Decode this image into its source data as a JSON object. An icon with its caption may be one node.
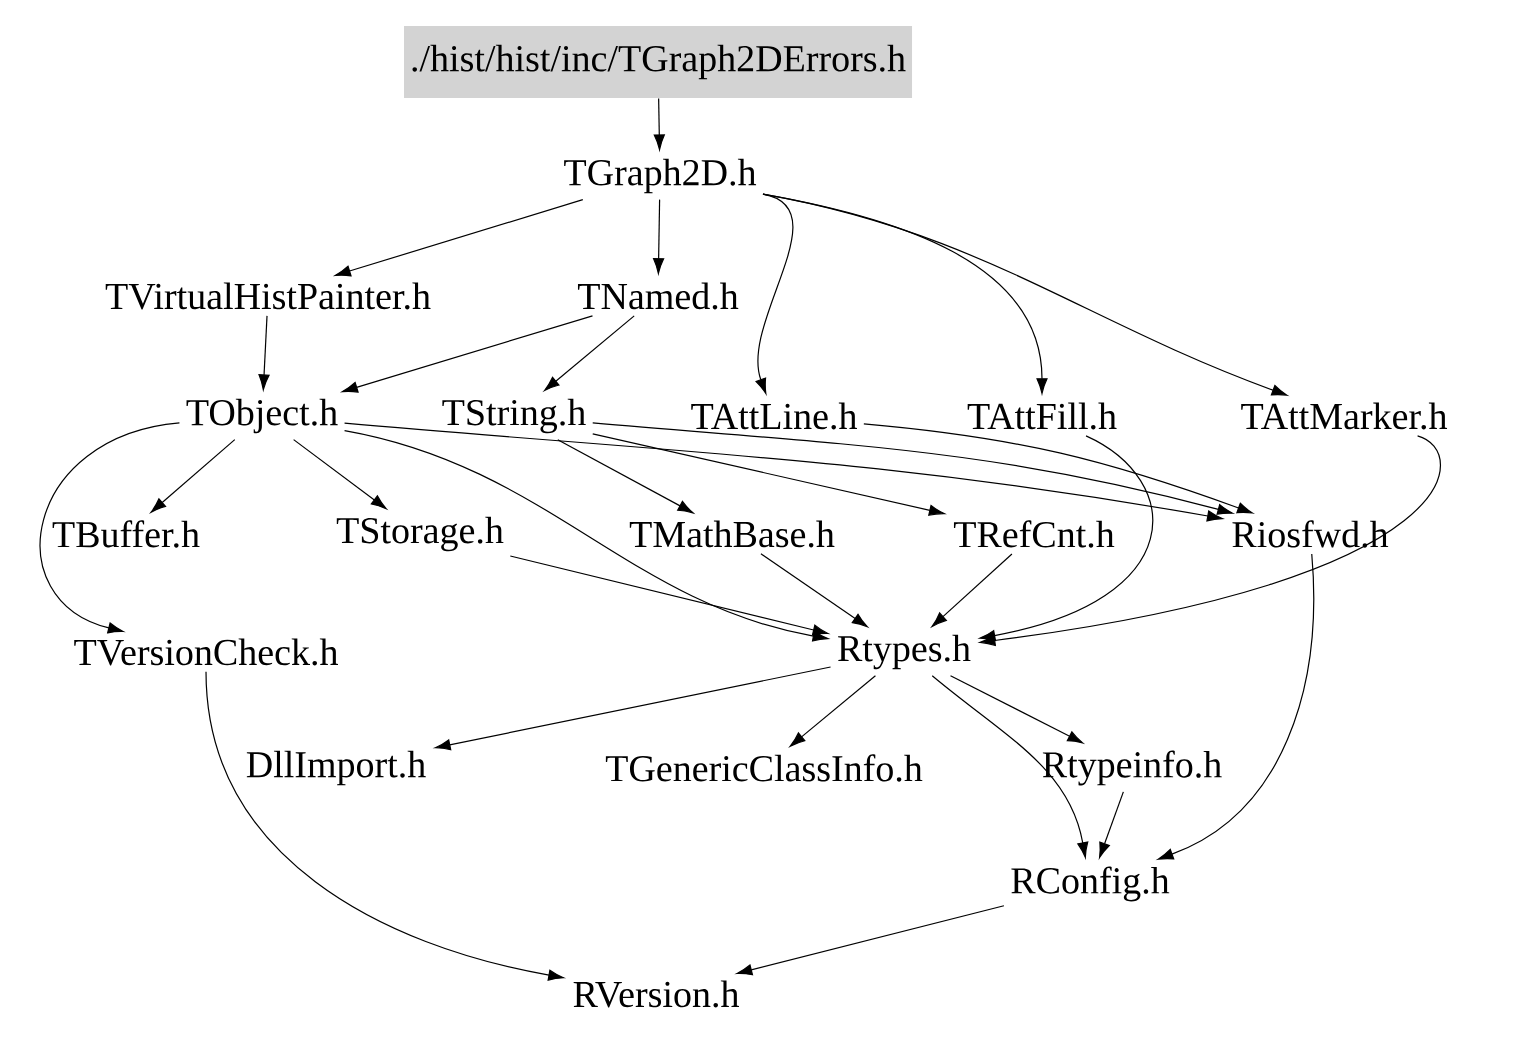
{
  "diagram": {
    "nodes": [
      {
        "text": [
          "./hist/hist/inc/TGraph2DErrors.h"
        ]
      },
      {
        "text": [
          "TGraph2D.h"
        ]
      },
      {
        "text": [
          "TVirtualHistPainter.h"
        ]
      },
      {
        "text": [
          "TNamed.h"
        ]
      },
      {
        "text": [
          "TObject.h"
        ]
      },
      {
        "text": [
          "TString.h"
        ]
      },
      {
        "text": [
          "TAttLine.h"
        ]
      },
      {
        "text": [
          "TAttFill.h"
        ]
      },
      {
        "text": [
          "TAttMarker.h"
        ]
      },
      {
        "text": [
          "TBuffer.h"
        ]
      },
      {
        "text": [
          "TStorage.h"
        ]
      },
      {
        "text": [
          "TMathBase.h"
        ]
      },
      {
        "text": [
          "TRefCnt.h"
        ]
      },
      {
        "text": [
          "Riosfwd.h"
        ]
      },
      {
        "text": [
          "TVersionCheck.h"
        ]
      },
      {
        "text": [
          "Rtypes.h"
        ]
      },
      {
        "text": [
          "DllImport.h"
        ]
      },
      {
        "text": [
          "TGenericClassInfo.h"
        ]
      },
      {
        "text": [
          "Rtypeinfo.h"
        ]
      },
      {
        "text": [
          "RConfig.h"
        ]
      },
      {
        "text": [
          "RVersion.h"
        ]
      }
    ],
    "edges": [
      {
        "from": 0,
        "to": 1,
        "arrow": "to"
      },
      {
        "from": 1,
        "to": 2,
        "arrow": "to"
      },
      {
        "from": 1,
        "to": 3,
        "arrow": "to"
      },
      {
        "from": 1,
        "to": 6,
        "arrow": "to"
      },
      {
        "from": 1,
        "to": 7,
        "arrow": "to"
      },
      {
        "from": 1,
        "to": 8,
        "arrow": "to"
      },
      {
        "from": 2,
        "to": 4,
        "arrow": "to"
      },
      {
        "from": 3,
        "to": 4,
        "arrow": "to"
      },
      {
        "from": 3,
        "to": 5,
        "arrow": "to"
      },
      {
        "from": 4,
        "to": 9,
        "arrow": "to"
      },
      {
        "from": 4,
        "to": 10,
        "arrow": "to"
      },
      {
        "from": 4,
        "to": 14,
        "arrow": "to"
      },
      {
        "from": 4,
        "to": 15,
        "arrow": "to"
      },
      {
        "from": 4,
        "to": 13,
        "arrow": "to"
      },
      {
        "from": 5,
        "to": 11,
        "arrow": "to"
      },
      {
        "from": 5,
        "to": 12,
        "arrow": "to"
      },
      {
        "from": 5,
        "to": 13,
        "arrow": "to"
      },
      {
        "from": 6,
        "to": 13,
        "arrow": "to"
      },
      {
        "from": 7,
        "to": 15,
        "arrow": "to"
      },
      {
        "from": 8,
        "to": 15,
        "arrow": "to"
      },
      {
        "from": 10,
        "to": 15,
        "arrow": "to"
      },
      {
        "from": 11,
        "to": 15,
        "arrow": "to"
      },
      {
        "from": 12,
        "to": 15,
        "arrow": "to"
      },
      {
        "from": 13,
        "to": 19,
        "arrow": "to"
      },
      {
        "from": 14,
        "to": 20,
        "arrow": "to"
      },
      {
        "from": 15,
        "to": 16,
        "arrow": "to"
      },
      {
        "from": 15,
        "to": 17,
        "arrow": "to"
      },
      {
        "from": 15,
        "to": 18,
        "arrow": "to"
      },
      {
        "from": 15,
        "to": 19,
        "arrow": "to"
      },
      {
        "from": 18,
        "to": 19,
        "arrow": "to"
      },
      {
        "from": 19,
        "to": 20,
        "arrow": "to"
      }
    ]
  }
}
